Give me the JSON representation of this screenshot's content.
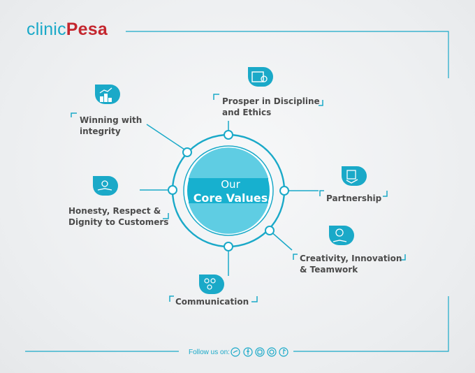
{
  "brand": {
    "part1": "clinic",
    "part2": "Pesa"
  },
  "center": {
    "line1": "Our",
    "line2": "Core Values"
  },
  "values": {
    "winning": {
      "line1": "Winning with",
      "line2": "integrity",
      "icon": "podium-growth-icon"
    },
    "prosper": {
      "line1": "Prosper in Discipline",
      "line2": "and Ethics",
      "icon": "calendar-clock-icon"
    },
    "partnership": {
      "line1": "Partnership",
      "icon": "handshake-icon"
    },
    "honesty": {
      "line1": "Honesty, Respect &",
      "line2": "Dignity to Customers",
      "icon": "hands-check-icon"
    },
    "creativity": {
      "line1": "Creativity, Innovation",
      "line2": "& Teamwork",
      "icon": "lightbulb-hand-icon"
    },
    "communication": {
      "line1": "Communication",
      "icon": "people-network-icon"
    }
  },
  "footer": {
    "label": "Follow us on:",
    "socials": [
      "twitter-icon",
      "facebook-icon",
      "instagram-icon",
      "whatsapp-icon",
      "tiktok-icon"
    ]
  },
  "colors": {
    "accent": "#1aa9c8",
    "brand_red": "#c4262e",
    "text": "#4b4b4b"
  }
}
